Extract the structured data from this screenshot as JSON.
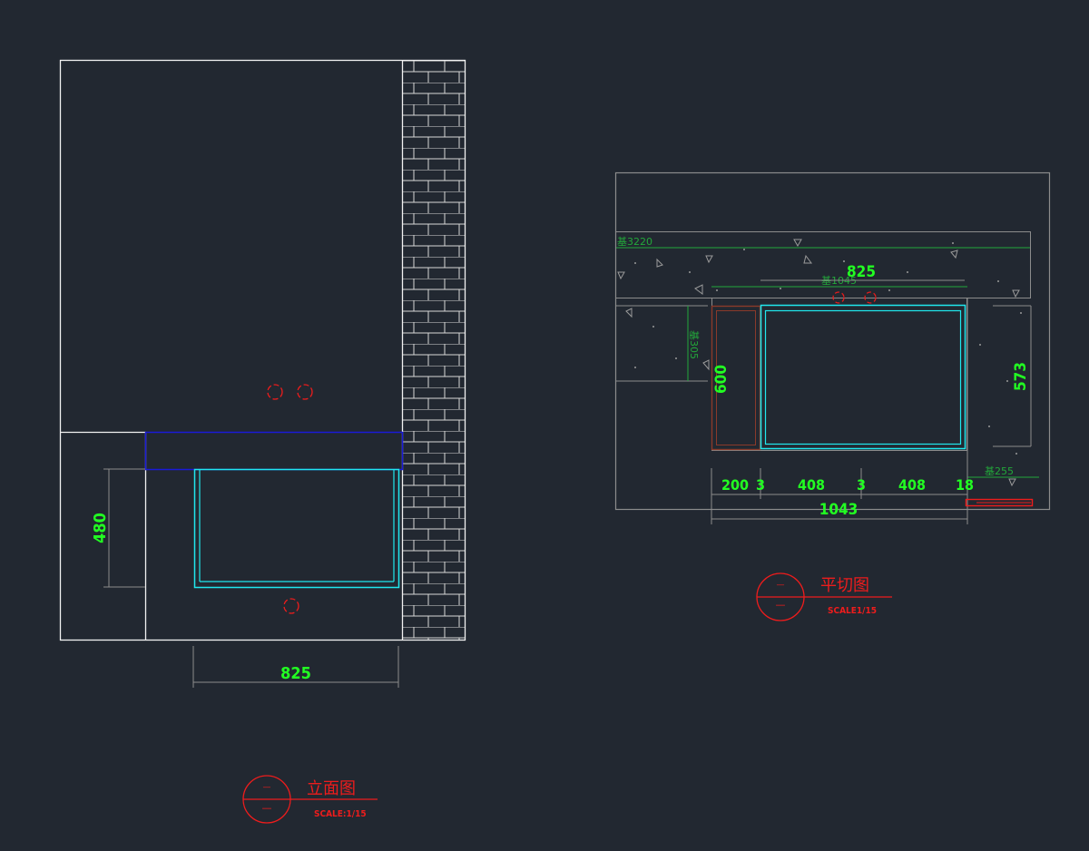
{
  "colors": {
    "background": "#222831",
    "outline": "#f2f2f2",
    "dimension_text": "#22ff22",
    "dimension_line": "#8c8c8c",
    "cyan": "#20e8ee",
    "blue": "#1a1ad8",
    "red": "#ee1c1c",
    "green_line": "#22a83a",
    "brown": "#8a3a2a"
  },
  "elevation": {
    "dim_width": "825",
    "dim_height": "480",
    "title": "立面图",
    "scale": "SCALE:1/15",
    "marker_top": "—",
    "marker_bottom": "—"
  },
  "plan": {
    "dim_top": "825",
    "dim_depth": "600",
    "dim_right": "573",
    "dim_segments": [
      "200",
      "3",
      "408",
      "3",
      "408",
      "18"
    ],
    "dim_total": "1043",
    "note_left": "基3220",
    "note_top": "基1045",
    "note_side": "基305",
    "note_right": "基255",
    "title": "平切图",
    "scale": "SCALE1/15",
    "marker_top": "—",
    "marker_bottom": "—"
  }
}
